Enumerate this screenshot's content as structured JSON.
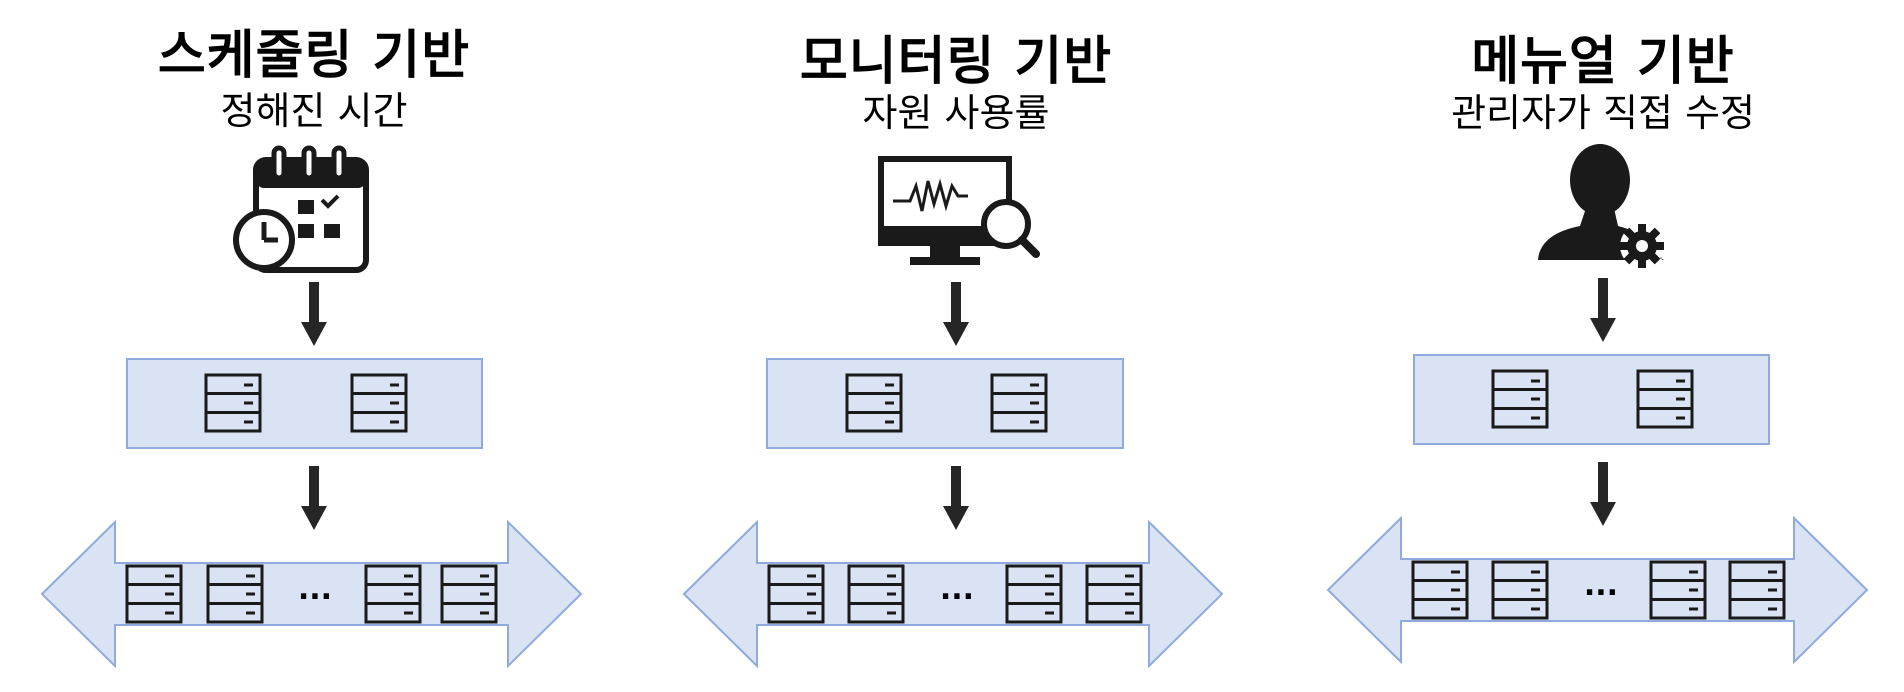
{
  "columns": [
    {
      "id": "schedule",
      "title": "스케줄링 기반",
      "subtitle": "정해진 시간",
      "icon": "calendar-clock-icon"
    },
    {
      "id": "monitor",
      "title": "모니터링 기반",
      "subtitle": "자원 사용률",
      "icon": "monitor-search-icon"
    },
    {
      "id": "manual",
      "title": "메뉴얼 기반",
      "subtitle": "관리자가 직접 수정",
      "icon": "admin-gear-icon"
    }
  ],
  "ellipsis": "...",
  "colors": {
    "box_fill": "#dae3f3",
    "box_stroke": "#8faadc",
    "icon": "#1a1a1a",
    "arrow": "#262626"
  }
}
